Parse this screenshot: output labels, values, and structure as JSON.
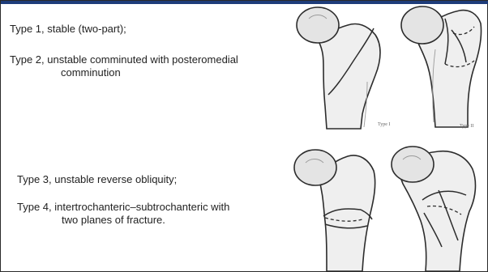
{
  "classifications": [
    {
      "main": "Type 1, stable (two-part);",
      "cont": ""
    },
    {
      "main": "Type 2, unstable comminuted with posteromedial",
      "cont": "comminution"
    },
    {
      "main": "Type 3, unstable reverse obliquity;",
      "cont": ""
    },
    {
      "main": "Type 4, intertrochanteric–subtrochanteric with",
      "cont": "two planes of fracture."
    }
  ],
  "figure_captions": [
    "Type I",
    "Type II"
  ],
  "colors": {
    "top_bar": "#1e3c7a",
    "bone_fill": "#efefef",
    "outline": "#2c2c2c"
  }
}
